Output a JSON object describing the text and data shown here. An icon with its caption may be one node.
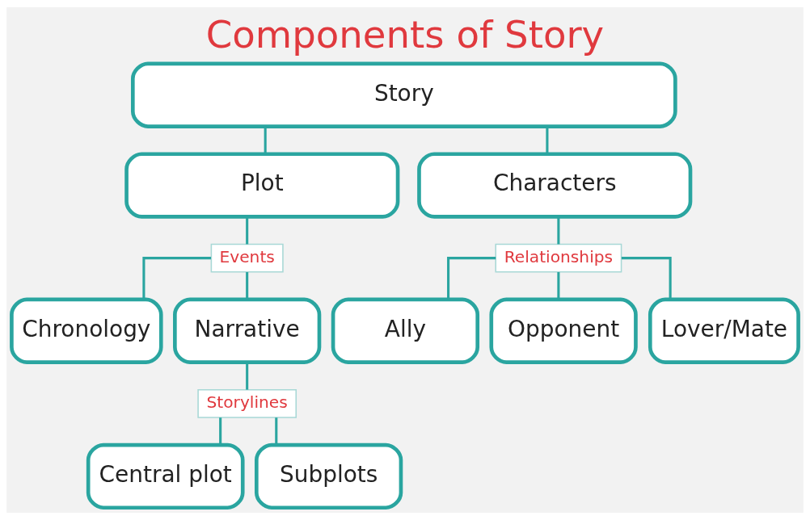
{
  "diagram": {
    "title": "Components of Story",
    "nodes": [
      {
        "text": [
          "Story"
        ]
      },
      {
        "text": [
          "Plot"
        ]
      },
      {
        "text": [
          "Characters"
        ]
      },
      {
        "text": [
          "Events"
        ]
      },
      {
        "text": [
          "Chronology"
        ]
      },
      {
        "text": [
          "Narrative"
        ]
      },
      {
        "text": [
          "Storylines"
        ]
      },
      {
        "text": [
          "Central plot"
        ]
      },
      {
        "text": [
          "Subplots"
        ]
      },
      {
        "text": [
          "Relationships"
        ]
      },
      {
        "text": [
          "Ally"
        ]
      },
      {
        "text": [
          "Opponent"
        ]
      },
      {
        "text": [
          "Lover/Mate"
        ]
      }
    ],
    "edges": [
      {
        "from": 0,
        "to": 1,
        "arrow": "none"
      },
      {
        "from": 0,
        "to": 2,
        "arrow": "none"
      },
      {
        "from": 1,
        "to": 3,
        "arrow": "none"
      },
      {
        "from": 3,
        "to": 4,
        "arrow": "none"
      },
      {
        "from": 3,
        "to": 5,
        "arrow": "none"
      },
      {
        "from": 5,
        "to": 6,
        "arrow": "none"
      },
      {
        "from": 6,
        "to": 7,
        "arrow": "none"
      },
      {
        "from": 6,
        "to": 8,
        "arrow": "none"
      },
      {
        "from": 2,
        "to": 9,
        "arrow": "none"
      },
      {
        "from": 9,
        "to": 10,
        "arrow": "none"
      },
      {
        "from": 9,
        "to": 11,
        "arrow": "none"
      },
      {
        "from": 9,
        "to": 12,
        "arrow": "none"
      }
    ]
  }
}
